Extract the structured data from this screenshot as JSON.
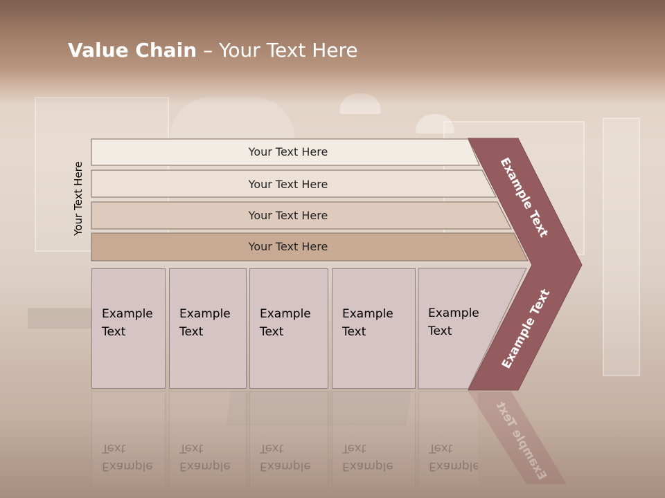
{
  "title": {
    "bold": "Value Chain",
    "rest": " – Your Text Here"
  },
  "side_label": "Your Text Here",
  "bars": [
    {
      "label": "Your Text Here",
      "color": "#f3ece5"
    },
    {
      "label": "Your Text Here",
      "color": "#ece0d7"
    },
    {
      "label": "Your Text Here",
      "color": "#dfcbbd"
    },
    {
      "label": "Your Text Here",
      "color": "#c9ab95"
    }
  ],
  "boxes": [
    {
      "label": "Example\nText"
    },
    {
      "label": "Example\nText"
    },
    {
      "label": "Example\nText"
    },
    {
      "label": "Example\nText"
    },
    {
      "label": "Example\nText"
    }
  ],
  "arrow": {
    "upper_label": "Example Text",
    "lower_label": "Example Text",
    "color": "#955c5f"
  },
  "colors": {
    "box_fill": "#d6c3c4",
    "box_border": "#8f8282"
  }
}
